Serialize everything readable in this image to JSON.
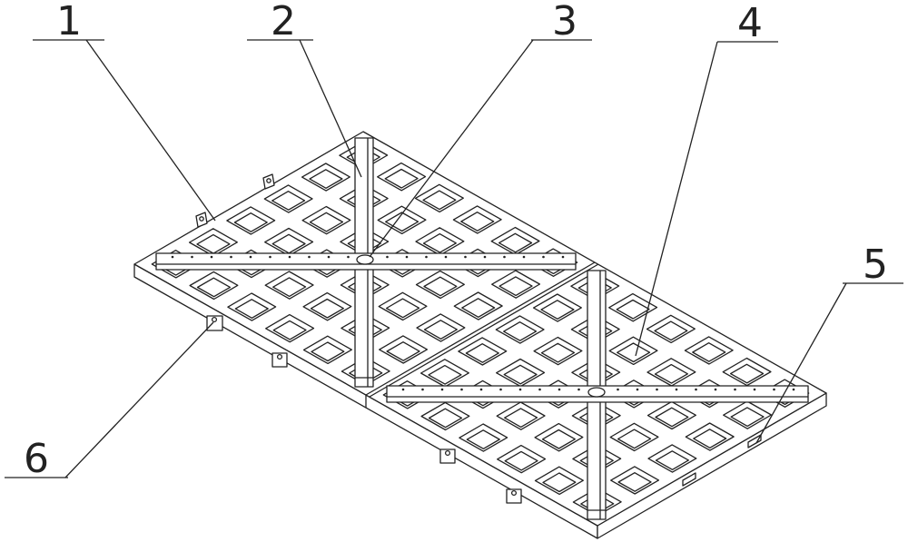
{
  "callouts": [
    {
      "label": "1"
    },
    {
      "label": "2"
    },
    {
      "label": "3"
    },
    {
      "label": "4"
    },
    {
      "label": "5"
    },
    {
      "label": "6"
    }
  ],
  "colors": {
    "line": "#222222",
    "background": "#ffffff"
  }
}
